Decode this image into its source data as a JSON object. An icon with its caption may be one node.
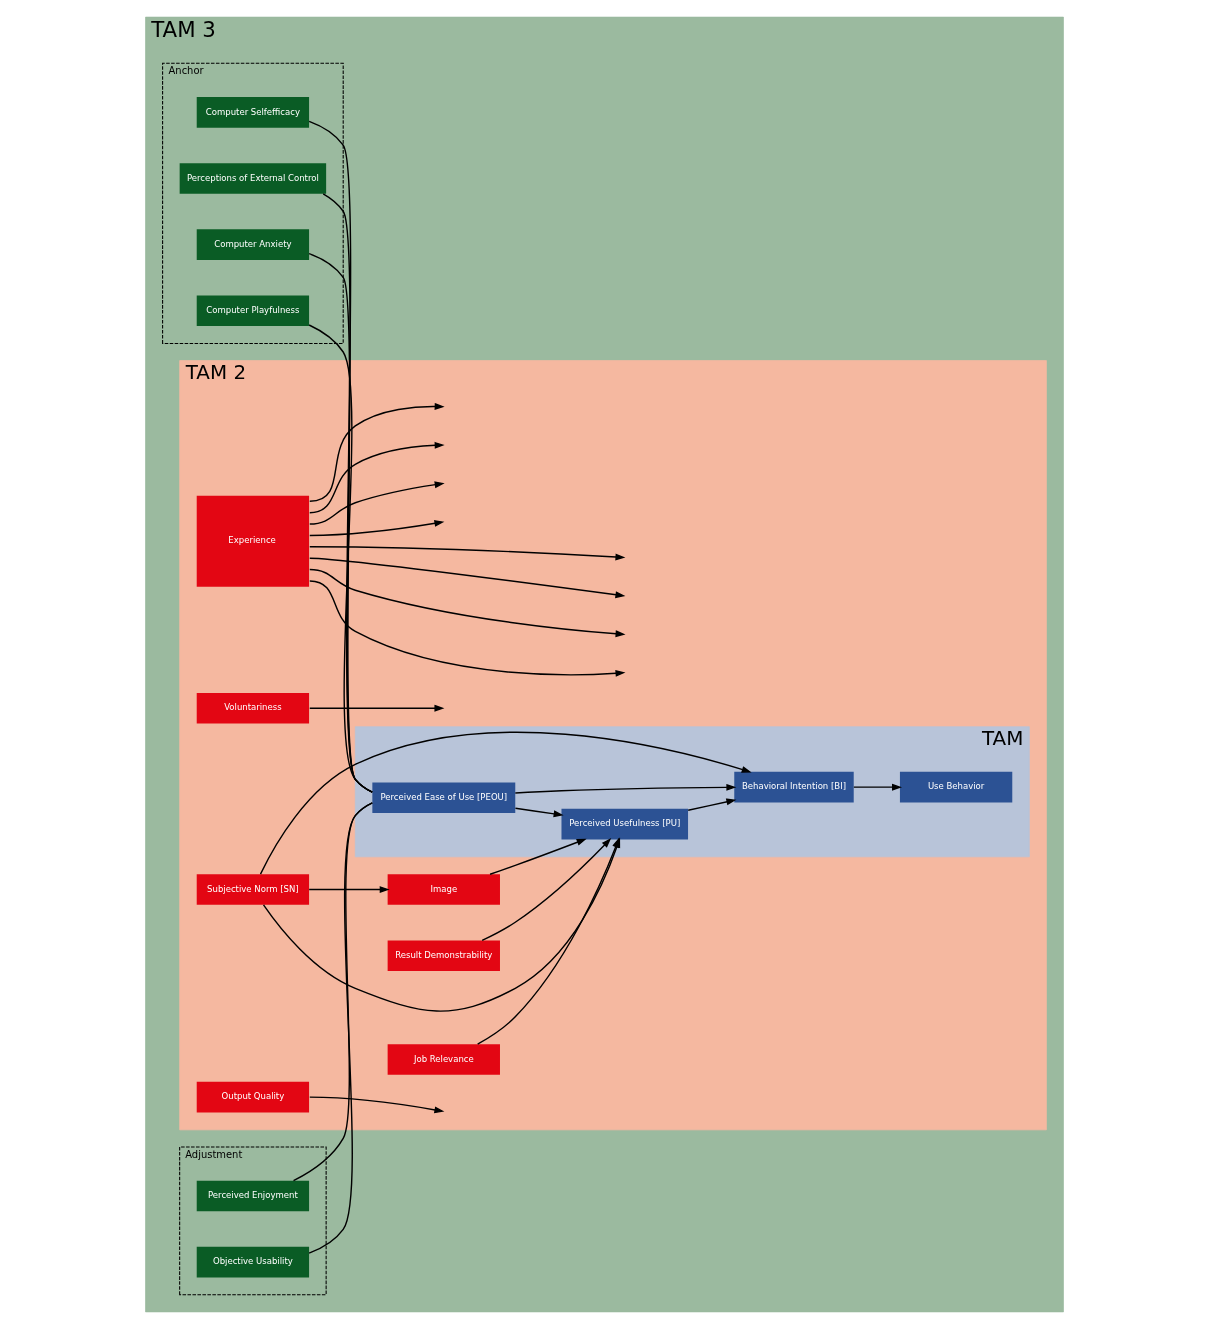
{
  "diagram": {
    "nodes": [
      {
        "text": [
          "TAM 3"
        ]
      },
      {
        "text": [
          "TAM 2"
        ],
        "in": 0
      },
      {
        "text": [
          "Experience"
        ],
        "in": 1
      },
      {
        "text": [
          "Voluntariness"
        ],
        "in": 1
      },
      {
        "text": [
          "Subjective Norm [SN]"
        ],
        "in": 1
      },
      {
        "text": [
          "Image"
        ],
        "in": 1
      },
      {
        "text": [
          "Job Relevance"
        ],
        "in": 1
      },
      {
        "text": [
          "Output Quality"
        ],
        "in": 1
      },
      {
        "text": [
          "Result Demonstrability"
        ],
        "in": 1
      },
      {
        "text": [
          "TAM"
        ],
        "in": 1
      },
      {
        "text": [
          "Perceived Usefulness [PU]"
        ],
        "in": 9
      },
      {
        "text": [
          "Behavioral Intention [BI]"
        ],
        "in": 9
      },
      {
        "text": [
          "Use Behavior"
        ],
        "in": 9
      },
      {
        "text": [
          "Perceived Ease of Use [PEOU]"
        ],
        "in": 9
      },
      {
        "text": [
          "Anchor"
        ],
        "in": 0
      },
      {
        "text": [
          "Computer Selfefficacy"
        ],
        "in": 14
      },
      {
        "text": [
          "Perceptions of External Control"
        ],
        "in": 14
      },
      {
        "text": [
          "Computer Anxiety"
        ],
        "in": 14
      },
      {
        "text": [
          "Computer Playfulness"
        ],
        "in": 14
      },
      {
        "text": [
          "Adjustment"
        ],
        "in": 0
      },
      {
        "text": [
          "Perceived Enjoyment"
        ],
        "in": 19
      },
      {
        "text": [
          "Objective Usability"
        ],
        "in": 19
      }
    ],
    "edges": [
      {
        "from": 4,
        "to": 5,
        "arrow": "to"
      },
      {
        "from": 4,
        "to": 10,
        "arrow": "to"
      },
      {
        "from": 4,
        "to": 11,
        "arrow": "to"
      },
      {
        "from": 5,
        "to": 10,
        "arrow": "to"
      },
      {
        "from": 6,
        "to": 10,
        "arrow": "to"
      },
      {
        "from": 7,
        "to": null,
        "arrow": "to"
      },
      {
        "from": 8,
        "to": 10,
        "arrow": "to"
      },
      {
        "from": 2,
        "to": null,
        "arrow": "to"
      },
      {
        "from": 2,
        "to": null,
        "arrow": "to"
      },
      {
        "from": 2,
        "to": null,
        "arrow": "to"
      },
      {
        "from": 2,
        "to": null,
        "arrow": "to"
      },
      {
        "from": 2,
        "to": null,
        "arrow": "to"
      },
      {
        "from": 2,
        "to": null,
        "arrow": "to"
      },
      {
        "from": 2,
        "to": null,
        "arrow": "to"
      },
      {
        "from": 2,
        "to": null,
        "arrow": "to"
      },
      {
        "from": 3,
        "to": null,
        "arrow": "to"
      },
      {
        "from": 10,
        "to": 11,
        "arrow": "to"
      },
      {
        "from": 13,
        "to": 10,
        "arrow": "to"
      },
      {
        "from": 13,
        "to": 11,
        "arrow": "to"
      },
      {
        "from": 11,
        "to": 12,
        "arrow": "to"
      },
      {
        "from": 15,
        "to": 13,
        "arrow": "none"
      },
      {
        "from": 16,
        "to": 13,
        "arrow": "none"
      },
      {
        "from": 17,
        "to": 13,
        "arrow": "none"
      },
      {
        "from": 18,
        "to": 13,
        "arrow": "none"
      },
      {
        "from": 20,
        "to": 13,
        "arrow": "none"
      },
      {
        "from": 21,
        "to": 13,
        "arrow": "none"
      }
    ]
  }
}
